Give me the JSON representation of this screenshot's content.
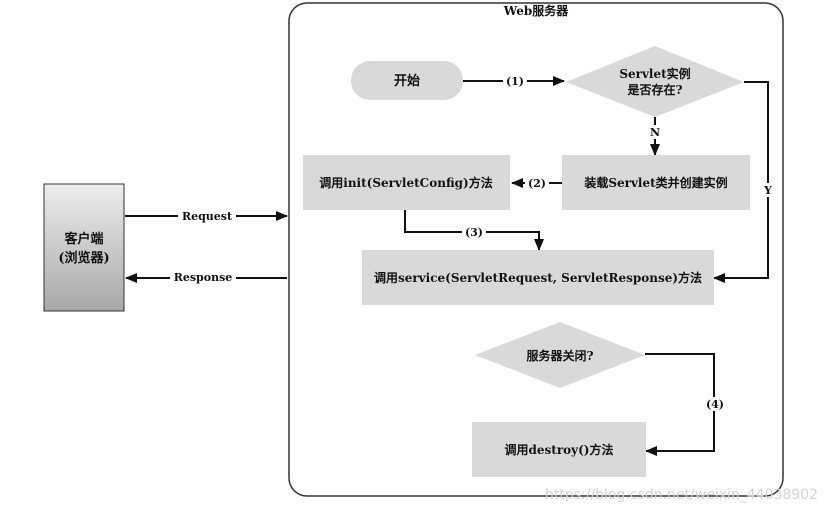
{
  "server": {
    "title": "Web服务器"
  },
  "client": {
    "line1": "客户端",
    "line2": "(浏览器)"
  },
  "request_label": "Request",
  "response_label": "Response",
  "nodes": {
    "start": "开始",
    "exists_q_line1": "Servlet实例",
    "exists_q_line2": "是否存在?",
    "load": "装载Servlet类并创建实例",
    "init": "调用init(ServletConfig)方法",
    "service": "调用service(ServletRequest, ServletResponse)方法",
    "shutdown_q": "服务器关闭?",
    "destroy": "调用destroy()方法"
  },
  "edges": {
    "e1": "(1)",
    "e2": "(2)",
    "e3": "(3)",
    "e4": "(4)",
    "no": "N",
    "yes": "Y"
  },
  "watermark": "https://blog.csdn.net/weixin_44038902"
}
